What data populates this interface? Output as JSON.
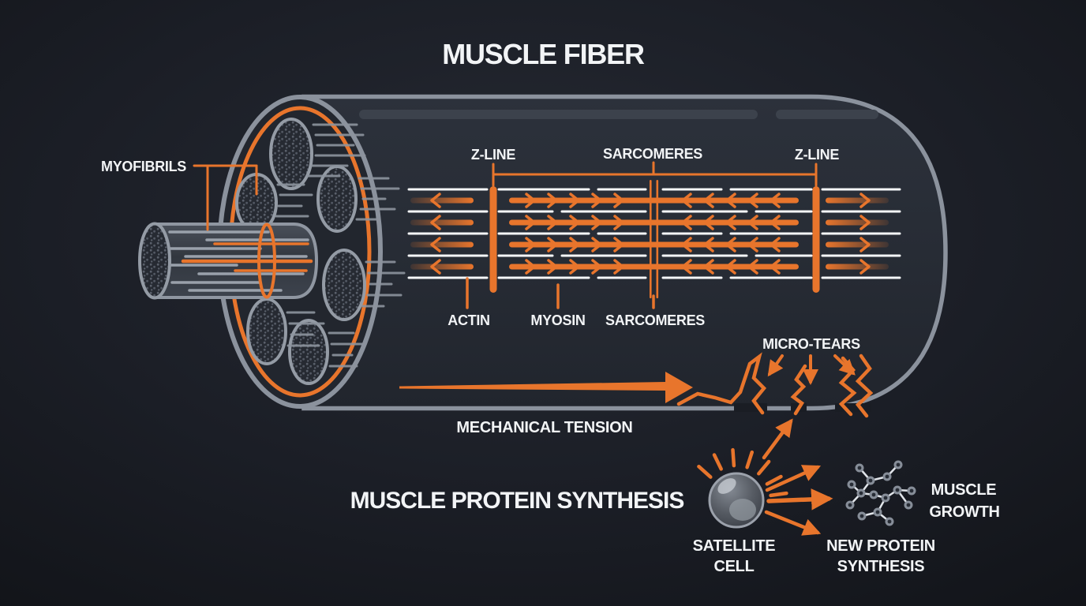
{
  "title": "MUSCLE FIBER",
  "colors": {
    "background": "#1a1d24",
    "accent_orange": "#e8752c",
    "outline_gray": "#8b929d",
    "text_white": "#f2f4f6",
    "fiber_fill": "#272c35",
    "actin_white": "#f4f6f8"
  },
  "cross_section": {
    "myofibrils_label": "MYOFIBRILS"
  },
  "sarcomere": {
    "z_line_left": "Z-LINE",
    "sarcomeres_top": "SARCOMERES",
    "z_line_right": "Z-LINE",
    "actin": "ACTIN",
    "myosin": "MYOSIN",
    "sarcomeres_bottom": "SARCOMERES"
  },
  "damage": {
    "micro_tears": "MICRO-TEARS",
    "mechanical_tension": "MECHANICAL TENSION"
  },
  "synthesis": {
    "heading": "MUSCLE PROTEIN SYNTHESIS",
    "satellite_cell_line1": "SATELLITE",
    "satellite_cell_line2": "CELL",
    "new_protein_line1": "NEW PROTEIN",
    "new_protein_line2": "SYNTHESIS",
    "muscle_growth_line1": "MUSCLE",
    "muscle_growth_line2": "GROWTH"
  }
}
